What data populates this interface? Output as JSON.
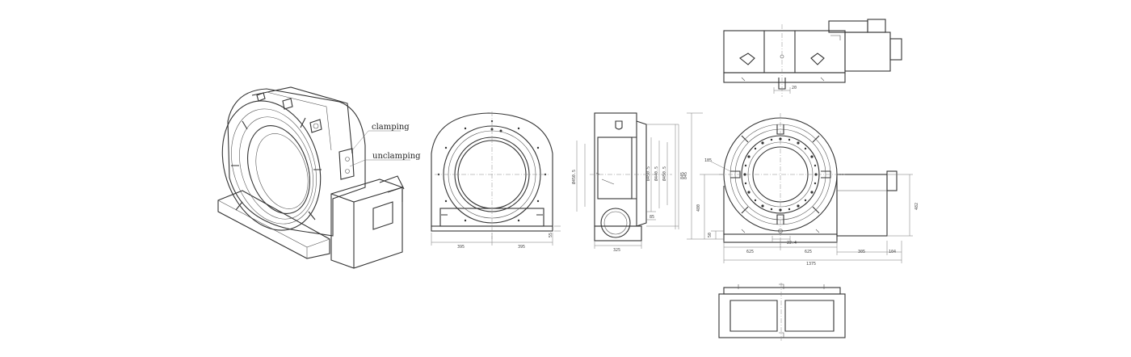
{
  "callouts": {
    "clamping": "clamping",
    "unclamping": "unclamping"
  },
  "dimensions": {
    "front_half_left": "395",
    "front_half_right": "395",
    "front_base_h": "55",
    "side_base_w": "325",
    "side_dia_1": "Ø450.5",
    "side_dia_2": "Ø450.5",
    "side_dia_3": "Ø440.5",
    "side_dia_4": "Ø450.5",
    "side_total_h": "845",
    "side_small": "85",
    "top_offset": "20",
    "main_total_h": "845",
    "main_center_h": "480",
    "main_base_h": "50",
    "main_slot": "22.4",
    "main_left": "625",
    "main_right": "625",
    "main_motor": "305",
    "main_motor_ext": "104",
    "main_total_w": "1375",
    "main_motor_h": "482",
    "main_bolt": "185"
  },
  "colors": {
    "line": "#333333",
    "background": "#ffffff"
  }
}
